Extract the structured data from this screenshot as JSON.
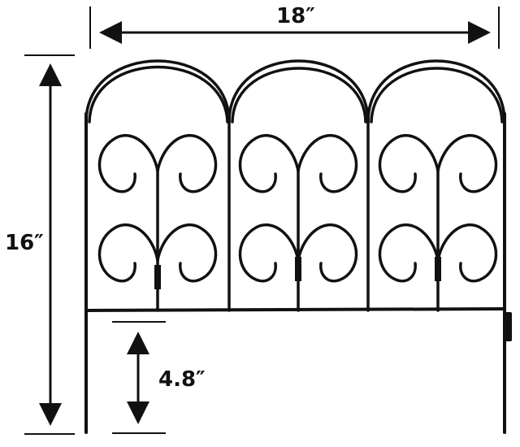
{
  "dimensions": {
    "width_label": "18″",
    "height_label": "16″",
    "stake_label": "4.8″"
  },
  "colors": {
    "line": "#111111",
    "background": "#ffffff"
  }
}
